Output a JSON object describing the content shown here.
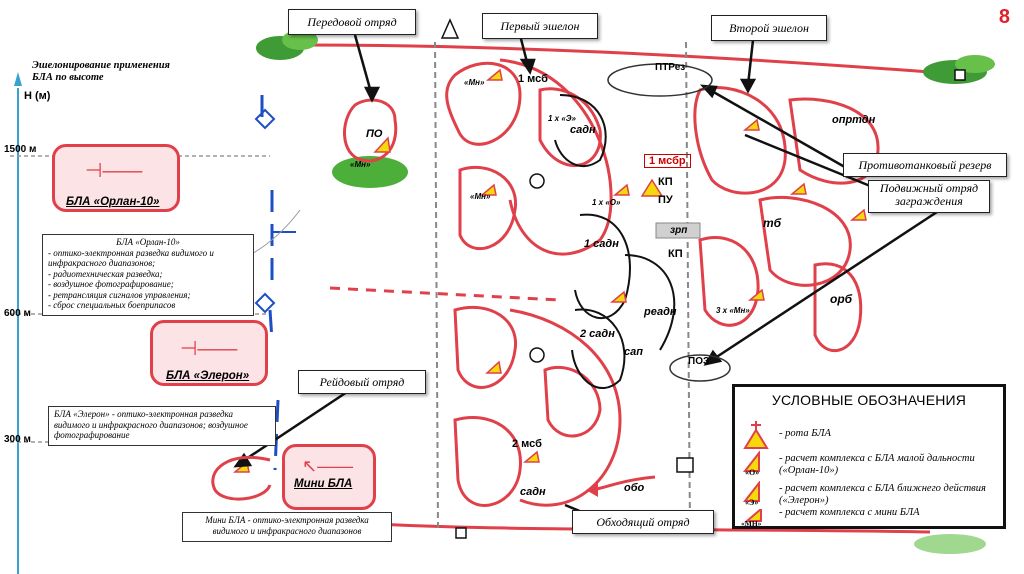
{
  "page_number": "8",
  "altitude": {
    "heading": "Эшелонирование применения БЛА по высоте",
    "axis": "Н (м)",
    "levels": [
      "1500 м",
      "600 м",
      "300 м"
    ]
  },
  "uav": {
    "orlan": {
      "label": "БЛА «Орлан-10»",
      "title": "БЛА «Орлан-10»",
      "items": [
        "оптико-электронная разведка видимого и инфракрасного диапазонов;",
        "радиотехническая разведка;",
        "воздушное фотографирование;",
        "ретрансляция сигналов управления;",
        "сброс специальных боеприпасов"
      ]
    },
    "eleron": {
      "label": "БЛА «Элерон»",
      "desc": "БЛА «Элерон» - оптико-электронная разведка видимого и инфракрасного диапазонов; воздушное фотографирование"
    },
    "mini": {
      "label": "Мини БЛА",
      "desc": "Мини БЛА - оптико-электронная разведка видимого и инфракрасного диапазонов"
    }
  },
  "callouts": {
    "advance": "Передовой отряд",
    "first": "Первый эшелон",
    "second": "Второй эшелон",
    "raid": "Рейдовый отряд",
    "antitank": "Противотанковый резерв",
    "mobile": "Подвижный отряд заграждения",
    "flank": "Обходящий отряд"
  },
  "units": {
    "po": "ПО",
    "msb1": "1 мсб",
    "msb2": "2 мсб",
    "sadn1": "1 садн",
    "sadn2": "2 садн",
    "sadn": "садн",
    "sadn_b": "садн",
    "msbr": "1 мсбр",
    "kp": "КП",
    "pu": "ПУ",
    "zrp": "зрп",
    "kp2": "КП",
    "readn": "реадн",
    "sap": "сап",
    "ptrez": "ПТРез",
    "poz": "ПОЗ",
    "oprtdn": "опртдн",
    "tb": "тб",
    "orb": "орб",
    "obo": "обо",
    "mn": "«Мн»",
    "e1": "1 х «Э»",
    "o1": "1 х «О»",
    "mn3": "3 х «Мн»",
    "mn_a": "«Мн»",
    "mn_b": "«Мн»"
  },
  "legend": {
    "title": "УСЛОВНЫЕ ОБОЗНАЧЕНИЯ",
    "rows": [
      {
        "tag": "",
        "text": "- рота БЛА"
      },
      {
        "tag": "«О»",
        "text": "- расчет комплекса с БЛА малой дальности («Орлан-10»)"
      },
      {
        "tag": "«Э»",
        "text": "- расчет комплекса с БЛА ближнего действия («Элерон»)"
      },
      {
        "tag": "«МН»",
        "text": "- расчет комплекса с мини БЛА"
      }
    ]
  },
  "colors": {
    "red": "#e0404a",
    "yellow": "#f5d90a",
    "green": "#4caf3a",
    "dark": "#222222"
  }
}
